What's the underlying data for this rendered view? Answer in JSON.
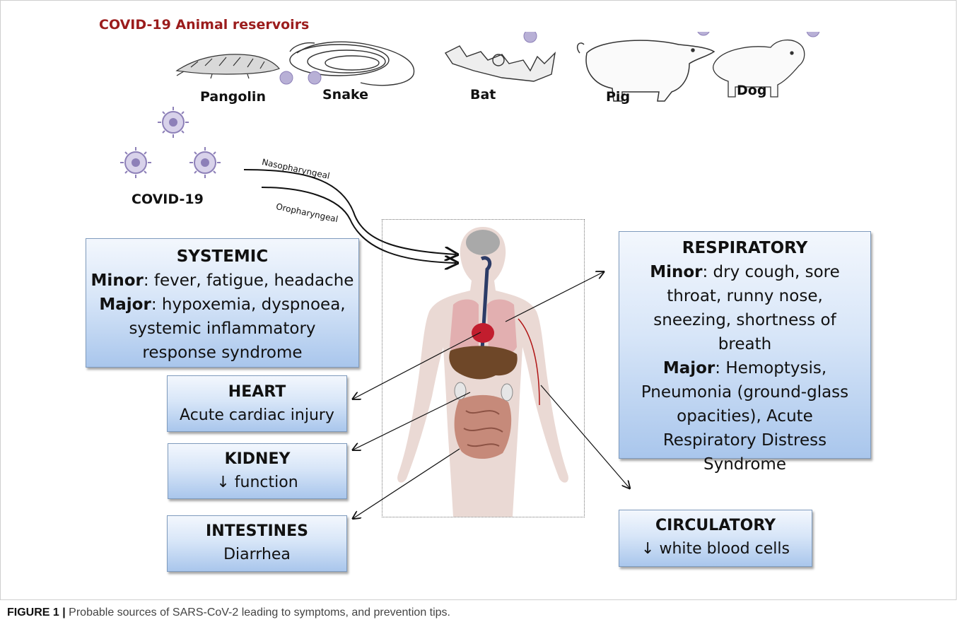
{
  "diagram": {
    "title": "COVID-19 Animal reservoirs",
    "animals": [
      "Pangolin",
      "Snake",
      "Bat",
      "Pig",
      "Dog"
    ],
    "virus_label": "COVID-19",
    "routes": [
      "Nasopharyngeal",
      "Oropharyngeal"
    ],
    "boxes": {
      "systemic": {
        "heading": "SYSTEMIC",
        "minor_label": "Minor",
        "minor_text": ": fever, fatigue, headache",
        "major_label": "Major",
        "major_text": ": hypoxemia, dyspnoea, systemic inflammatory response syndrome"
      },
      "heart": {
        "heading": "HEART",
        "text": "Acute cardiac injury"
      },
      "kidney": {
        "heading": "KIDNEY",
        "text": "↓ function"
      },
      "intestines": {
        "heading": "INTESTINES",
        "text": "Diarrhea"
      },
      "respiratory": {
        "heading": "RESPIRATORY",
        "minor_label": "Minor",
        "minor_text": ": dry cough, sore throat, runny nose, sneezing, shortness of breath",
        "major_label": "Major",
        "major_text": ": Hemoptysis, Pneumonia (ground-glass opacities), Acute Respiratory Distress Syndrome"
      },
      "circulatory": {
        "heading": "CIRCULATORY",
        "text": "↓ white blood cells"
      }
    },
    "colors": {
      "title_red": "#9b1c1c",
      "box_gradient_top": "#f3f7fd",
      "box_gradient_bottom": "#a9c6ec",
      "body_skin": "#e8d8d3",
      "virus_purple": "#8d80b8"
    }
  },
  "caption": {
    "label": "FIGURE 1 |",
    "text": " Probable sources of SARS-CoV-2 leading to symptoms, and prevention tips."
  }
}
